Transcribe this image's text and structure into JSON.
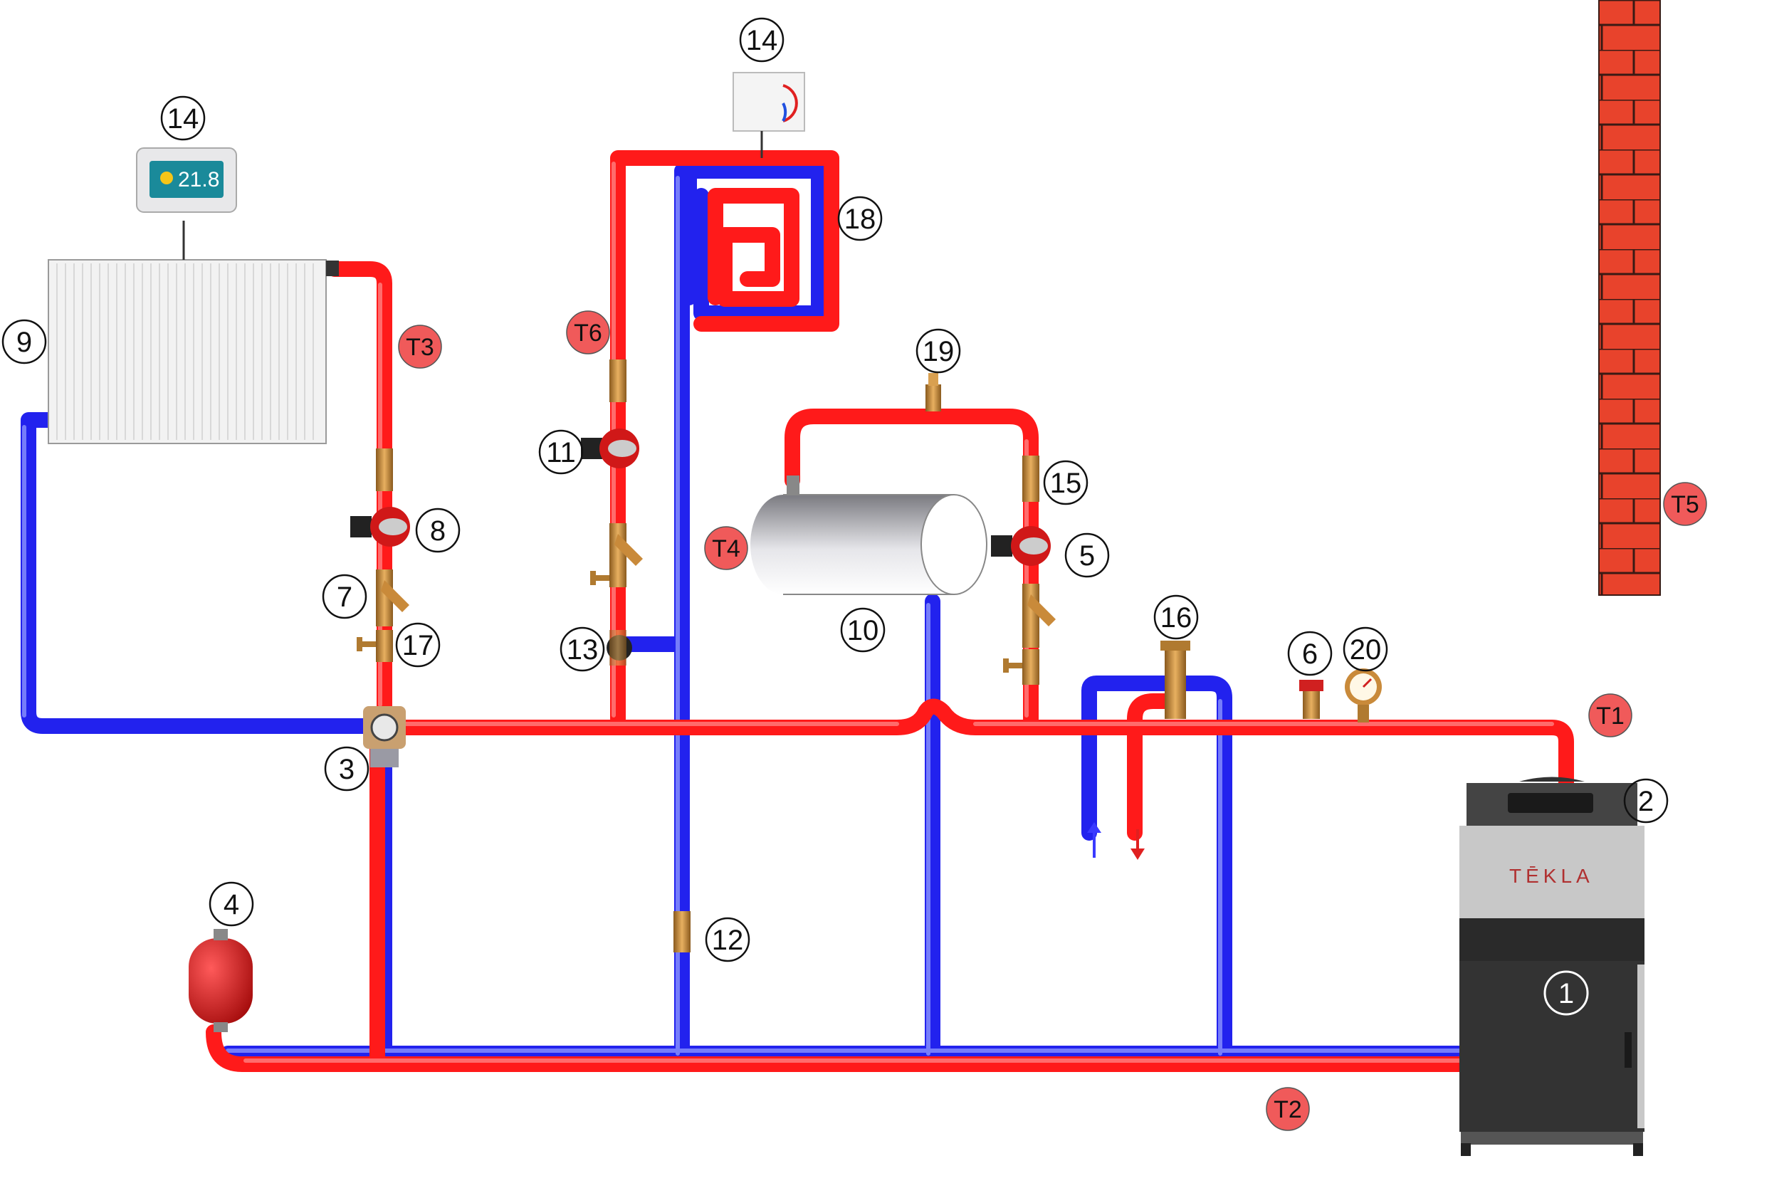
{
  "labels": {
    "n1": "1",
    "n2": "2",
    "n3": "3",
    "n4": "4",
    "n5": "5",
    "n6": "6",
    "n7": "7",
    "n8": "8",
    "n9": "9",
    "n10": "10",
    "n11": "11",
    "n12": "12",
    "n13": "13",
    "n14a": "14",
    "n14b": "14",
    "n15": "15",
    "n16": "16",
    "n17": "17",
    "n18": "18",
    "n19": "19",
    "n20": "20"
  },
  "sensors": {
    "t1": "T1",
    "t2": "T2",
    "t3": "T3",
    "t4": "T4",
    "t5": "T5",
    "t6": "T6"
  },
  "boiler": {
    "brand": "TĒKLA"
  },
  "room_thermostat": {
    "temperature": "21.8"
  },
  "colors": {
    "supply": "#ff1a1a",
    "return": "#2222ee",
    "sensor": "#f05a5a",
    "brass": "#c98a3a",
    "brick": "#e8432c"
  }
}
